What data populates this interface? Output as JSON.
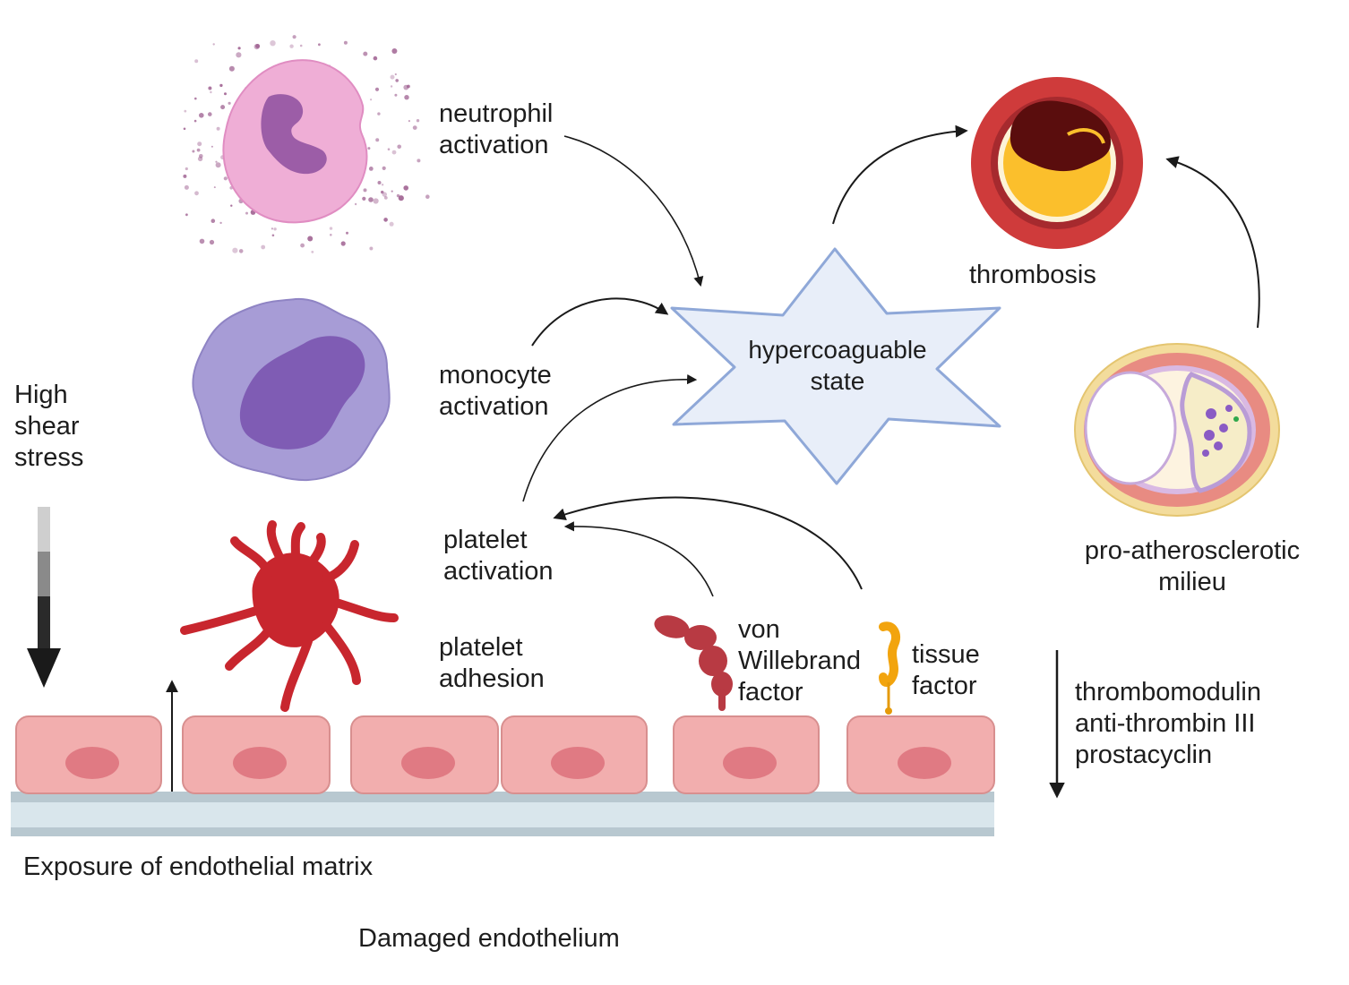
{
  "colors": {
    "neutrophil": "#efaed6",
    "neutrophil_nucleus": "#9c5da7",
    "monocyte": "#a79cd6",
    "monocyte_nucleus": "#7f5cb4",
    "platelet": "#c8262e",
    "endothelial_cell": "#f2aeae",
    "cell_nucleus": "#e07a83",
    "matrix": "#c8d6dd",
    "star_fill": "#e8eef9",
    "star_stroke": "#8fa8d8",
    "vessel_wall": "#cf3b3b",
    "plaque": "#fbbf2c",
    "thrombus": "#5a0d0d",
    "vwf": "#b83a43",
    "tissue_factor": "#f2a40e",
    "arrow": "#1a1a1a"
  },
  "icons": [
    "neutrophil-icon",
    "monocyte-icon",
    "activated-platelet-icon",
    "thrombosis-vessel-icon",
    "atherosclerotic-vessel-icon",
    "von-willebrand-factor-icon",
    "tissue-factor-icon",
    "hypercoagulable-star-icon"
  ],
  "labels": {
    "neutrophil": [
      "neutrophil",
      "activation"
    ],
    "monocyte": [
      "monocyte",
      "activation"
    ],
    "platelet_activation": [
      "platelet",
      "activation"
    ],
    "platelet_adhesion": [
      "platelet",
      "adhesion"
    ],
    "hypercoagulable": [
      "hypercoaguable",
      "state"
    ],
    "thrombosis": "thrombosis",
    "pro_athero": [
      "pro-atherosclerotic",
      "milieu"
    ],
    "shear": [
      "High",
      "shear",
      "stress"
    ],
    "vwf": [
      "von",
      "Willebrand",
      "factor"
    ],
    "tissue_factor": [
      "tissue",
      "factor"
    ],
    "decreased": [
      "thrombomodulin",
      "anti-thrombin III",
      "prostacyclin"
    ],
    "matrix": "Exposure of endothelial matrix",
    "damaged": "Damaged endothelium"
  }
}
